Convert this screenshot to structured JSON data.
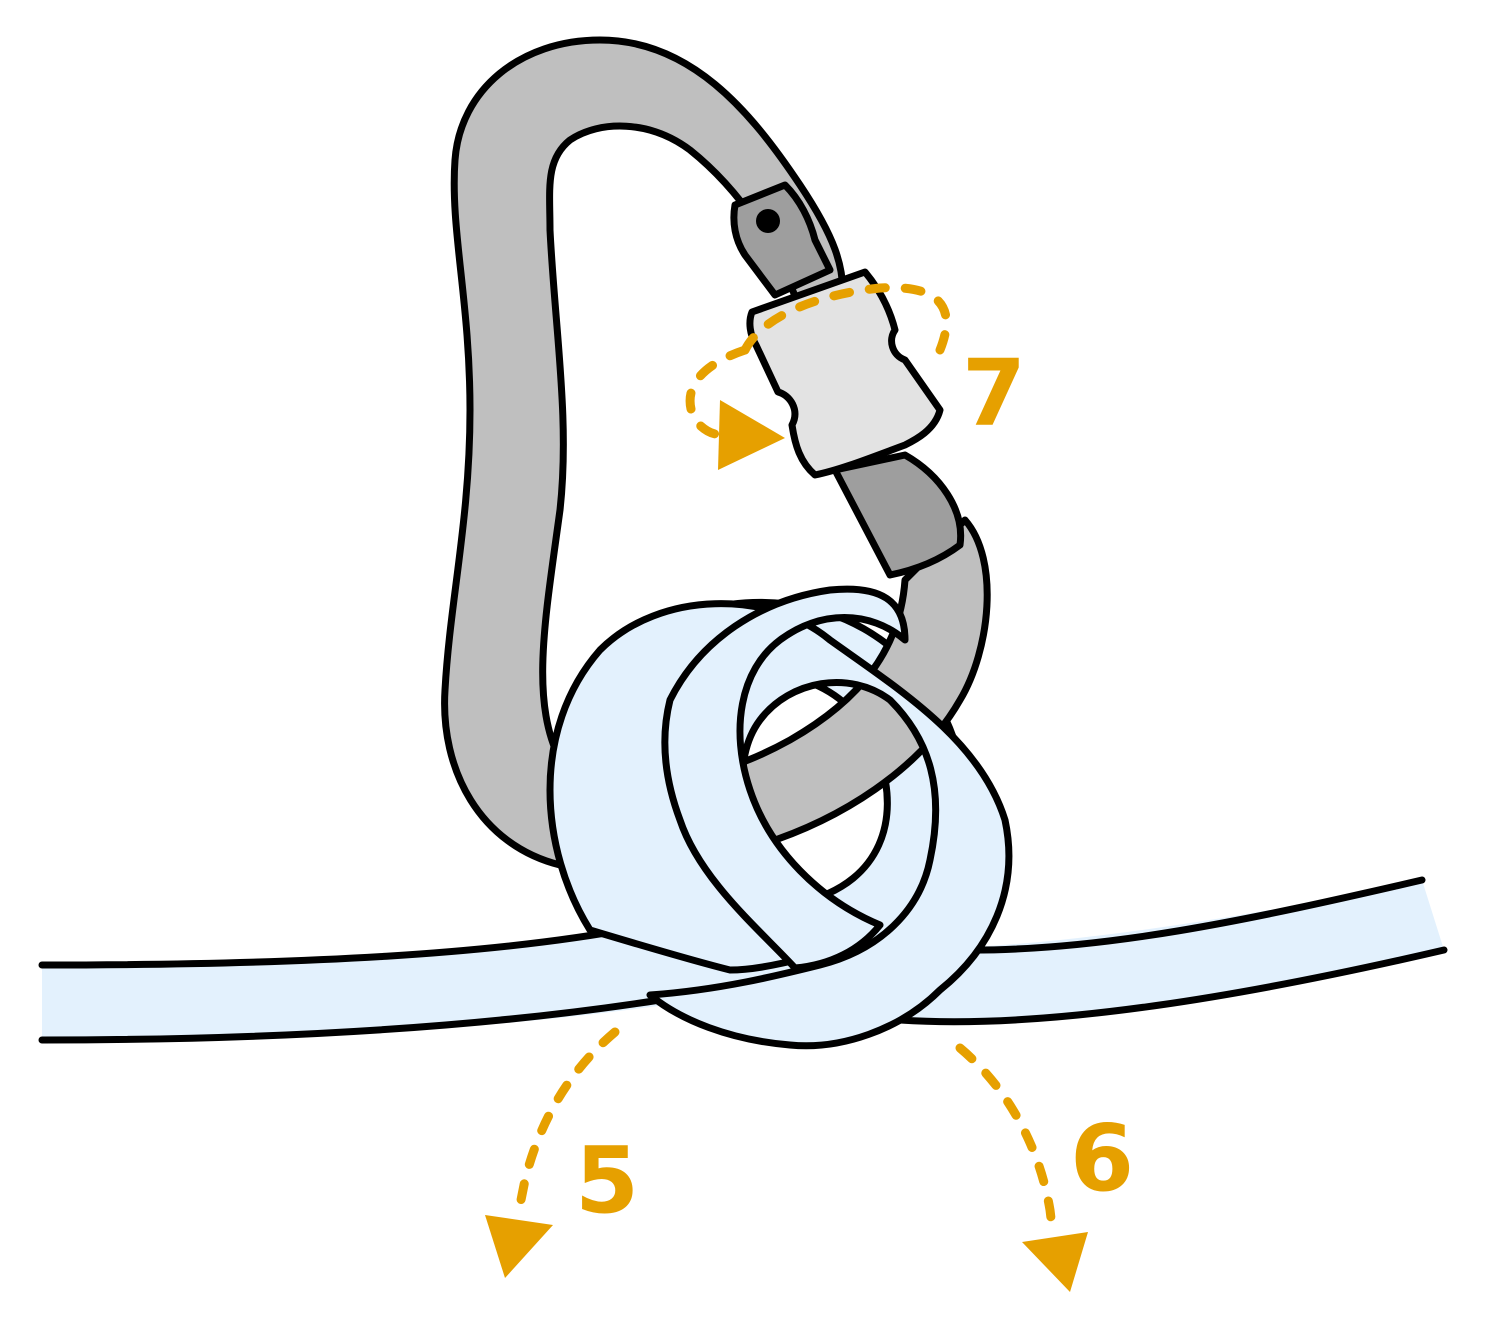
{
  "colors": {
    "accent": "#E6A000",
    "rope_fill": "#E3F1FD",
    "carabiner_body": "#BFBFBF",
    "carabiner_gate": "#9E9E9E",
    "lock_sleeve": "#E3E3E3",
    "outline": "#000000"
  },
  "steps": [
    {
      "id": "step-5",
      "label": "5"
    },
    {
      "id": "step-6",
      "label": "6"
    },
    {
      "id": "step-7",
      "label": "7"
    }
  ]
}
